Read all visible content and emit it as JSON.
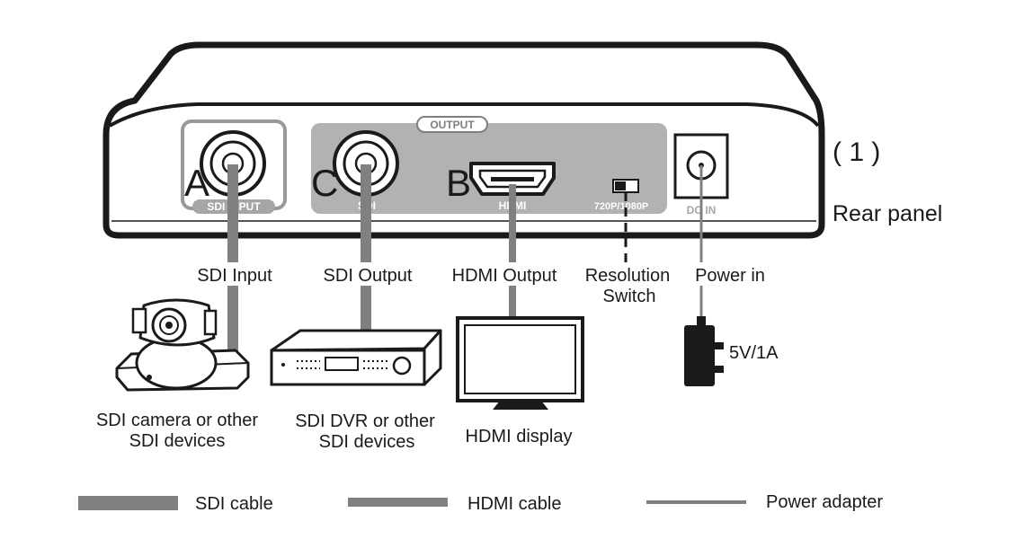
{
  "figure_number": "( 1 )",
  "panel_caption": "Rear panel",
  "device": {
    "output_badge": "OUTPUT",
    "port_a_letter": "A",
    "port_b_letter": "B",
    "port_c_letter": "C",
    "sdi_input_port": "SDI INPUT",
    "sdi_output_port": "SDI",
    "hdmi_port": "HDMI",
    "resolution_port": "720P/1080P",
    "dc_port": "DC IN"
  },
  "connections": {
    "sdi_input": "SDI Input",
    "sdi_output": "SDI Output",
    "hdmi_output": "HDMI Output",
    "resolution_switch_line1": "Resolution",
    "resolution_switch_line2": "Switch",
    "power_in": "Power in"
  },
  "devices": {
    "camera_line1": "SDI camera or other",
    "camera_line2": "SDI devices",
    "dvr_line1": "SDI DVR or other",
    "dvr_line2": "SDI devices",
    "display": "HDMI display",
    "adapter_rating": "5V/1A"
  },
  "legend": [
    {
      "label": "SDI cable",
      "color": "#808080"
    },
    {
      "label": "HDMI cable",
      "color": "#808080"
    },
    {
      "label": "Power adapter",
      "color": "#808080"
    }
  ],
  "colors": {
    "outline": "#1a1a1a",
    "panel_gray": "#b2b2b2",
    "cable_gray": "#808080"
  }
}
